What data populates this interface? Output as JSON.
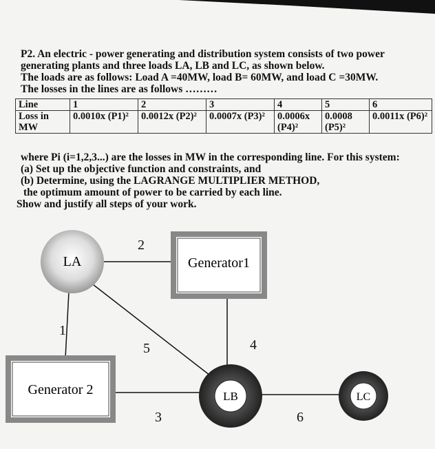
{
  "problem": {
    "line1": "P2. An electric - power generating and distribution system consists of two power",
    "line2": "generating plants and three  loads LA, LB and LC, as shown below.",
    "line3": "The loads are as follows: Load A =40MW, load B= 60MW, and load C =30MW.",
    "line4": "The losses in the lines are as follows ………"
  },
  "table": {
    "row_headers": [
      "Line",
      "Loss in MW"
    ],
    "lines": [
      "1",
      "2",
      "3",
      "4",
      "5",
      "6"
    ],
    "losses": [
      "0.0010x (P1)²",
      "0.0012x (P2)²",
      "0.0007x (P3)²",
      "0.0006x (P4)²",
      "0.0008 (P5)²",
      "0.0011x (P6)²"
    ]
  },
  "instructions": [
    "where Pi (i=1,2,3...) are the losses in MW in the corresponding line. For this system:",
    "(a) Set up the objective function and constraints, and",
    "(b) Determine, using the LAGRANGE MULTIPLIER METHOD,",
    "the optimum amount of power to be carried by each line.",
    "Show and justify all steps of your work."
  ],
  "diagram": {
    "nodes": {
      "la": "LA",
      "lb": "LB",
      "lc": "LC",
      "gen1": "Generator1",
      "gen2": "Generator 2"
    },
    "line_labels": [
      "1",
      "2",
      "3",
      "4",
      "5",
      "6"
    ]
  }
}
